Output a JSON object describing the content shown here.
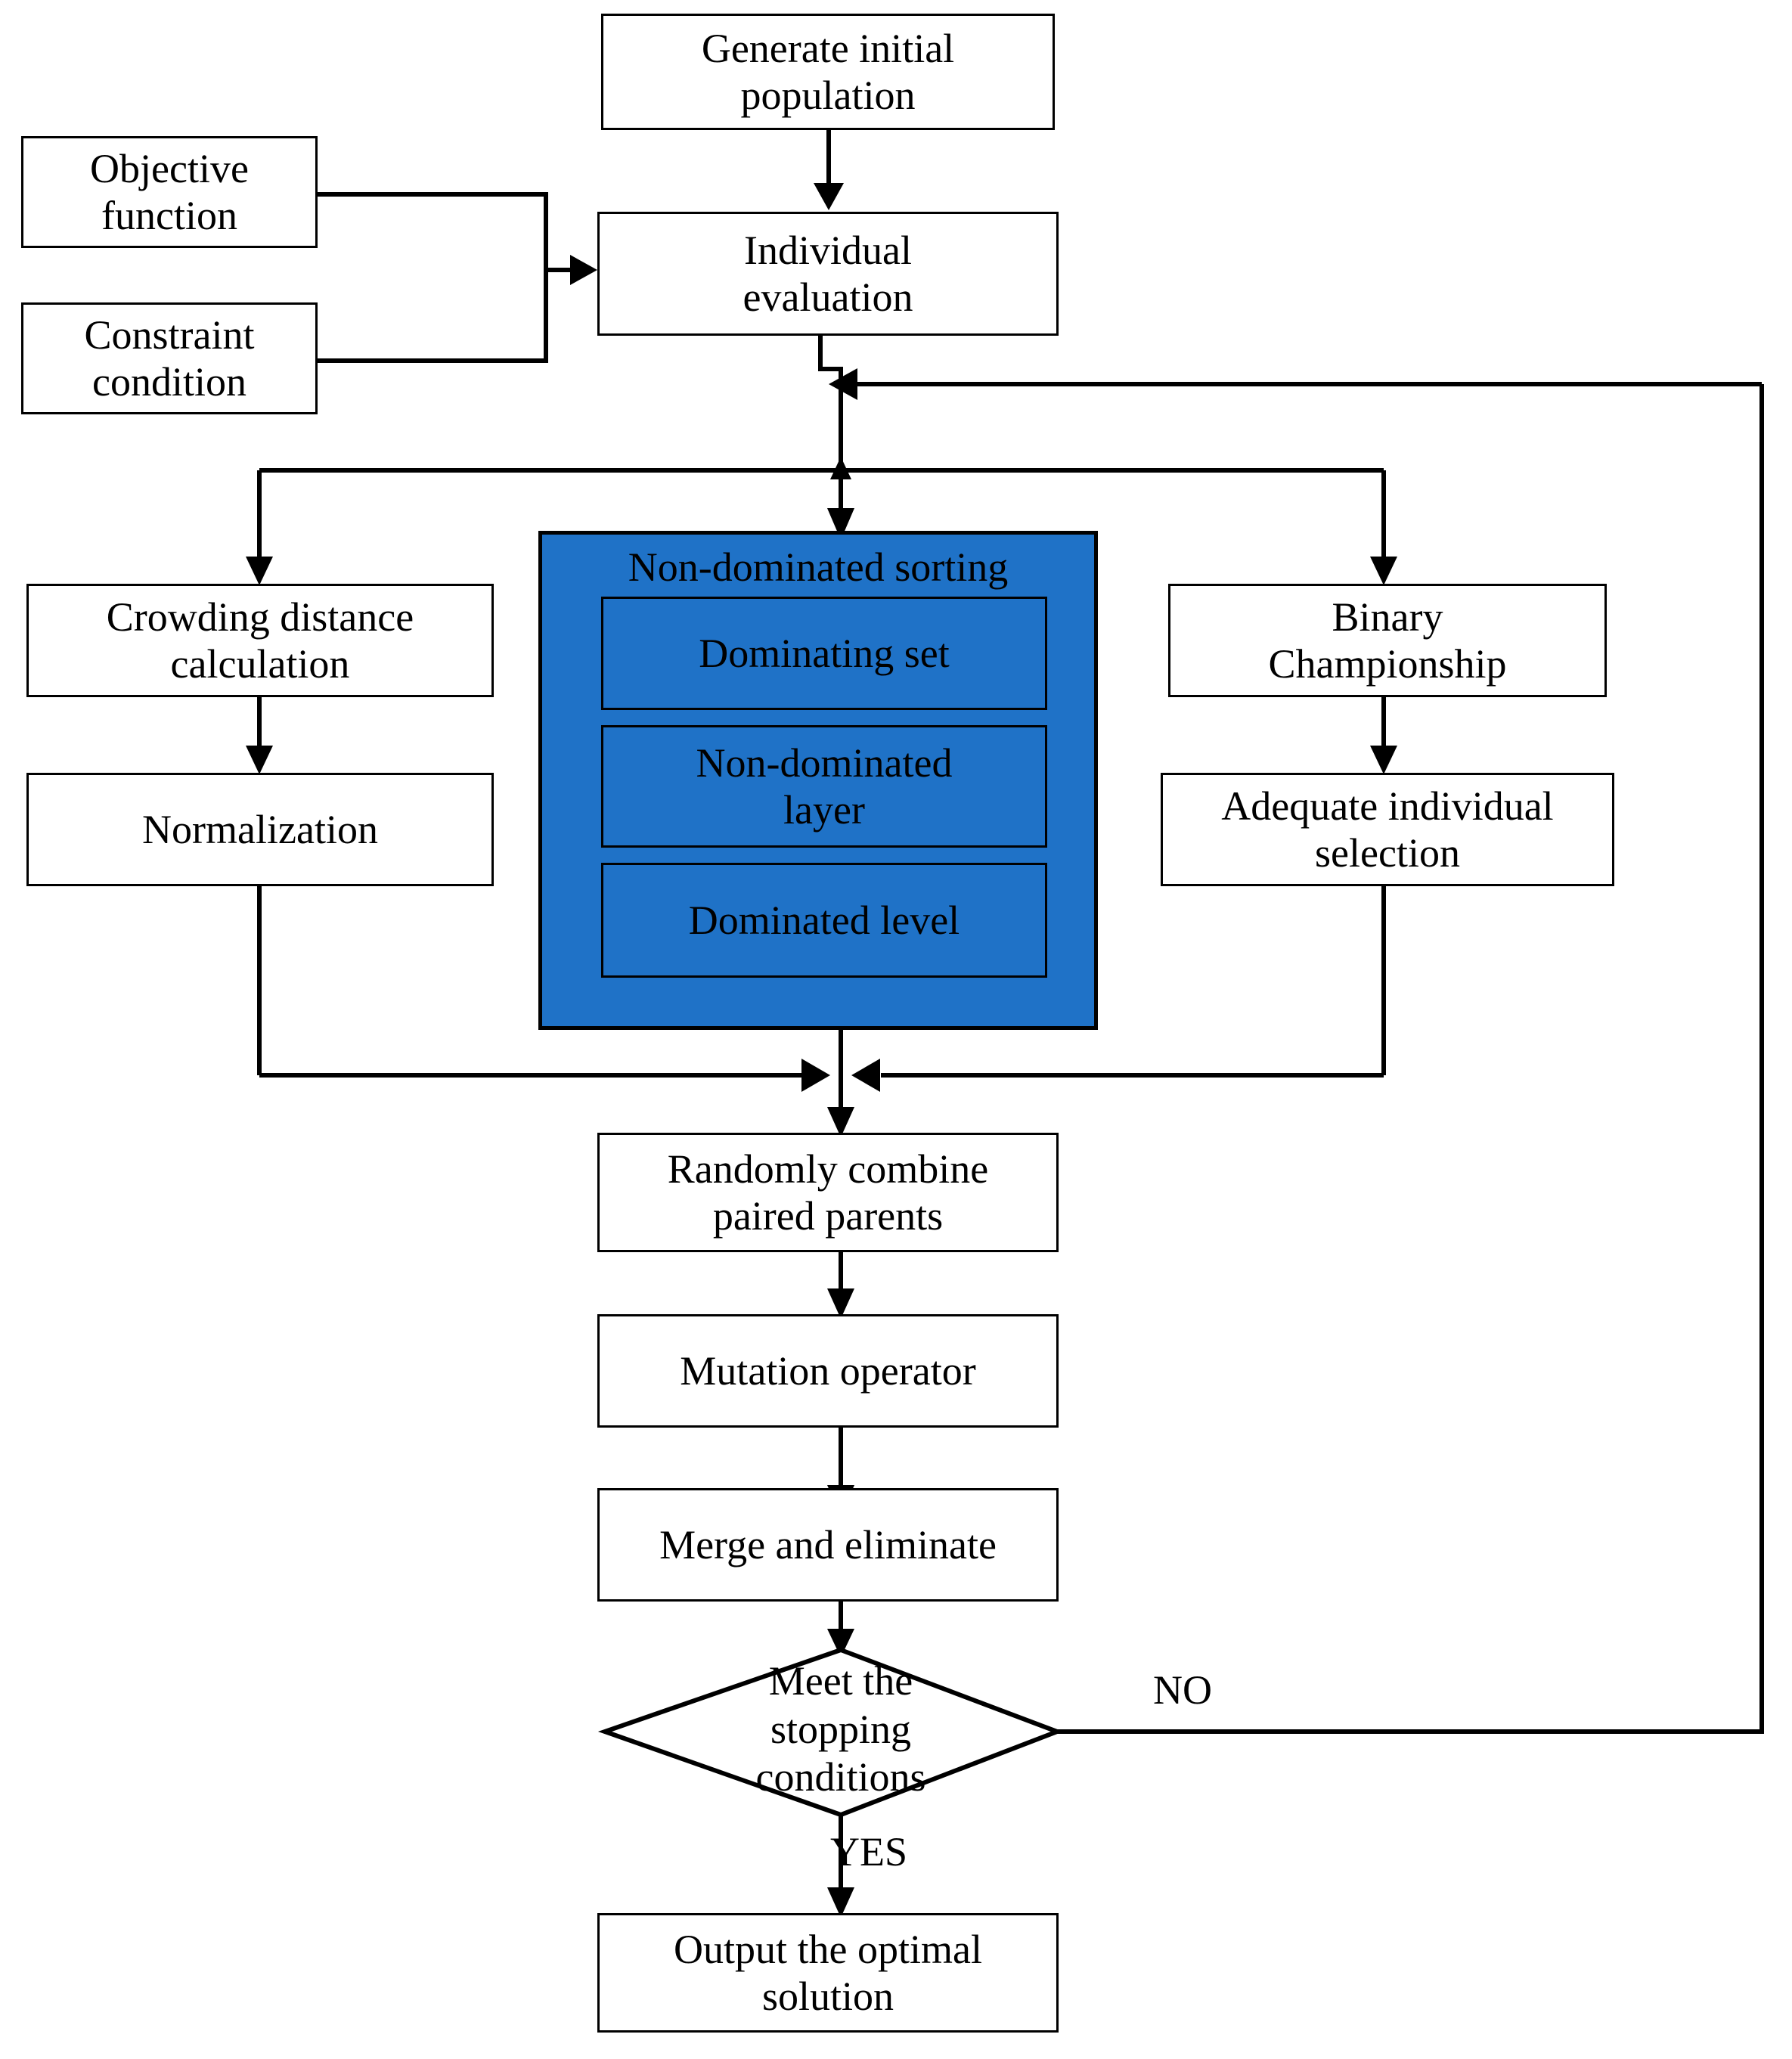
{
  "diagram": {
    "type": "flowchart",
    "title": "NSGA-II multi-objective optimization flowchart",
    "accent_color": "#1F72C7",
    "line_color": "#000000",
    "background_color": "#FFFFFF"
  },
  "nodes": {
    "generate_initial_population": "Generate initial\npopulation",
    "objective_function": "Objective function",
    "constraint_condition": "Constraint condition",
    "individual_evaluation": "Individual\nevaluation",
    "crowding_distance_calculation": "Crowding distance\ncalculation",
    "normalization": "Normalization",
    "non_dominated_sorting": "Non-dominated sorting",
    "dominating_set": "Dominating set",
    "non_dominated_layer": "Non-dominated\nlayer",
    "dominated_level": "Dominated level",
    "binary_championship": "Binary\nChampionship",
    "adequate_individual_selection": "Adequate individual\nselection",
    "randomly_combine_paired_parents": "Randomly combine\npaired parents",
    "mutation_operator": "Mutation operator",
    "merge_and_eliminate": "Merge and eliminate",
    "meet_the_stopping_conditions": "Meet the\nstopping\nconditions",
    "output_the_optimal_solution": "Output the optimal\nsolution"
  },
  "edge_labels": {
    "no": "NO",
    "yes": "YES"
  }
}
